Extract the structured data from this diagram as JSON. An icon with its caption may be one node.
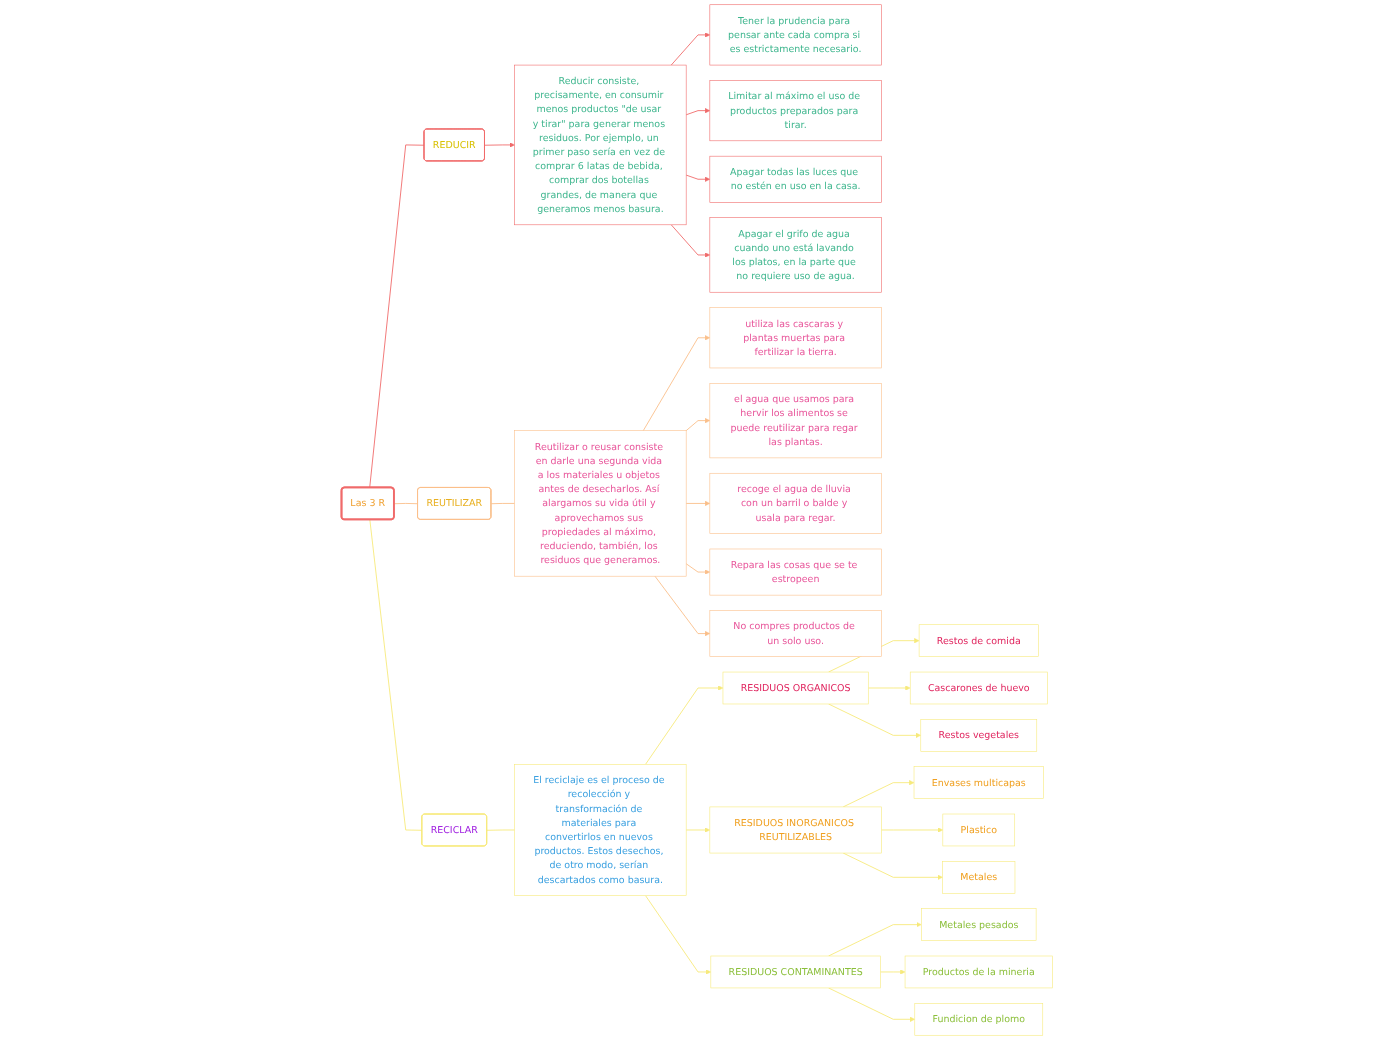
{
  "diagram": {
    "nodes": [
      {
        "text": [
          "Las 3 R"
        ]
      },
      {
        "text": [
          "REDUCIR"
        ]
      },
      {
        "text": [
          "Reducir consiste, precisamente, en consumir menos productos \"de usar y tirar\" para generar menos residuos. Por ejemplo, un primer paso sería en vez de comprar 6 latas de bebida, comprar dos botellas grandes, de manera que generamos menos basura."
        ]
      },
      {
        "text": [
          "Tener la prudencia para pensar ante cada compra si es estrictamente necesario."
        ]
      },
      {
        "text": [
          "Limitar al máximo el uso de productos preparados para tirar."
        ]
      },
      {
        "text": [
          "Apagar todas las luces que no estén en uso en la casa."
        ]
      },
      {
        "text": [
          "Apagar el grifo de agua cuando uno está lavando los platos, en la parte que no requiere uso de agua."
        ]
      },
      {
        "text": [
          "REUTILIZAR"
        ]
      },
      {
        "text": [
          "Reutilizar o reusar consiste en darle una segunda vida a los materiales u objetos antes de desecharlos. Así alargamos su vida útil y aprovechamos sus propiedades al máximo, reduciendo, también, los residuos que generamos."
        ]
      },
      {
        "text": [
          "utiliza las cascaras y plantas muertas para fertilizar la tierra."
        ]
      },
      {
        "text": [
          "el agua que usamos para hervir los alimentos se puede reutilizar para regar las plantas."
        ]
      },
      {
        "text": [
          "recoge el agua de lluvia con un barril o balde y usala para regar."
        ]
      },
      {
        "text": [
          "Repara las cosas que se te estropeen"
        ]
      },
      {
        "text": [
          "No compres productos de un solo uso."
        ]
      },
      {
        "text": [
          "RECICLAR"
        ]
      },
      {
        "text": [
          "El reciclaje es el proceso de recolección y transformación de materiales para convertirlos en nuevos productos. Estos desechos, de otro modo, serían descartados como basura."
        ]
      },
      {
        "text": [
          "RESIDUOS ORGANICOS"
        ]
      },
      {
        "text": [
          "Restos de comida"
        ]
      },
      {
        "text": [
          "Cascarones de huevo"
        ]
      },
      {
        "text": [
          "Restos vegetales"
        ]
      },
      {
        "text": [
          "RESIDUOS INORGANICOS REUTILIZABLES"
        ]
      },
      {
        "text": [
          "Envases multicapas"
        ]
      },
      {
        "text": [
          "Plastico"
        ]
      },
      {
        "text": [
          "Metales"
        ]
      },
      {
        "text": [
          "RESIDUOS CONTAMINANTES"
        ]
      },
      {
        "text": [
          "Metales pesados"
        ]
      },
      {
        "text": [
          "Productos de la mineria"
        ]
      },
      {
        "text": [
          "Fundicion de plomo"
        ]
      }
    ],
    "edges": [
      {
        "from": 0,
        "to": 1,
        "arrow": "none",
        "color": "#f06a6a"
      },
      {
        "from": 0,
        "to": 7,
        "arrow": "none",
        "color": "#fbbf8a"
      },
      {
        "from": 0,
        "to": 14,
        "arrow": "none"
      },
      {
        "from": 1,
        "to": 2,
        "arrow": "to",
        "color": "#f06a6a"
      },
      {
        "from": 2,
        "to": 3,
        "arrow": "to",
        "color": "#f06a6a"
      },
      {
        "from": 2,
        "to": 4,
        "arrow": "to",
        "color": "#f06a6a"
      },
      {
        "from": 2,
        "to": 5,
        "arrow": "to",
        "color": "#f06a6a"
      },
      {
        "from": 2,
        "to": 6,
        "arrow": "to",
        "color": "#f06a6a"
      },
      {
        "from": 7,
        "to": 8,
        "arrow": "none",
        "color": "#fbbf8a"
      },
      {
        "from": 8,
        "to": 9,
        "arrow": "to",
        "color": "#fbbf8a"
      },
      {
        "from": 8,
        "to": 10,
        "arrow": "to",
        "color": "#fbbf8a"
      },
      {
        "from": 8,
        "to": 11,
        "arrow": "to",
        "color": "#fbbf8a"
      },
      {
        "from": 8,
        "to": 12,
        "arrow": "to",
        "color": "#fbbf8a"
      },
      {
        "from": 8,
        "to": 13,
        "arrow": "to",
        "color": "#fbbf8a"
      },
      {
        "from": 14,
        "to": 15,
        "arrow": "none"
      },
      {
        "from": 15,
        "to": 16,
        "arrow": "to"
      },
      {
        "from": 15,
        "to": 20,
        "arrow": "to"
      },
      {
        "from": 15,
        "to": 24,
        "arrow": "to"
      },
      {
        "from": 16,
        "to": 17,
        "arrow": "to"
      },
      {
        "from": 16,
        "to": 18,
        "arrow": "to"
      },
      {
        "from": 16,
        "to": 19,
        "arrow": "to"
      },
      {
        "from": 20,
        "to": 21,
        "arrow": "to"
      },
      {
        "from": 20,
        "to": 22,
        "arrow": "to"
      },
      {
        "from": 20,
        "to": 23,
        "arrow": "to"
      },
      {
        "from": 24,
        "to": 25,
        "arrow": "to"
      },
      {
        "from": 24,
        "to": 26,
        "arrow": "to"
      },
      {
        "from": 24,
        "to": 27,
        "arrow": "to"
      }
    ]
  }
}
